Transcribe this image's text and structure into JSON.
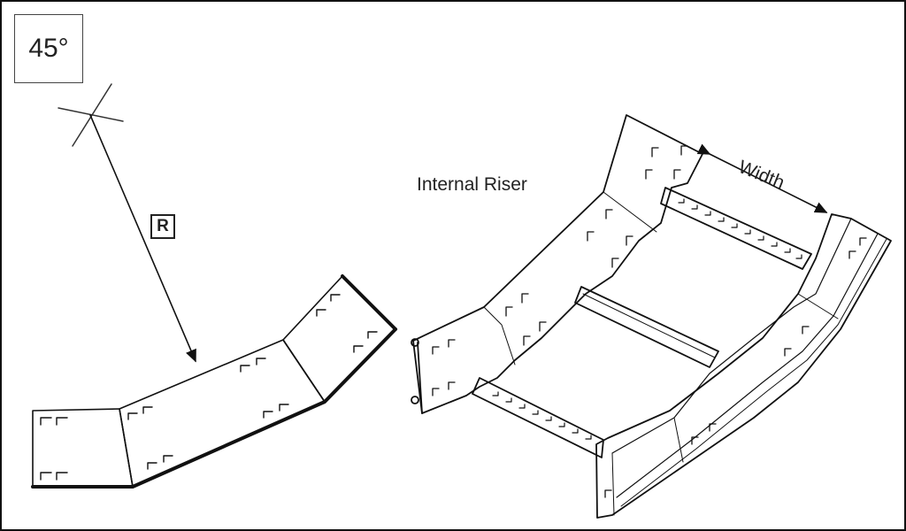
{
  "angle_label": "45°",
  "radius_label": "R",
  "riser_label": "Internal Riser",
  "width_label": "Width"
}
